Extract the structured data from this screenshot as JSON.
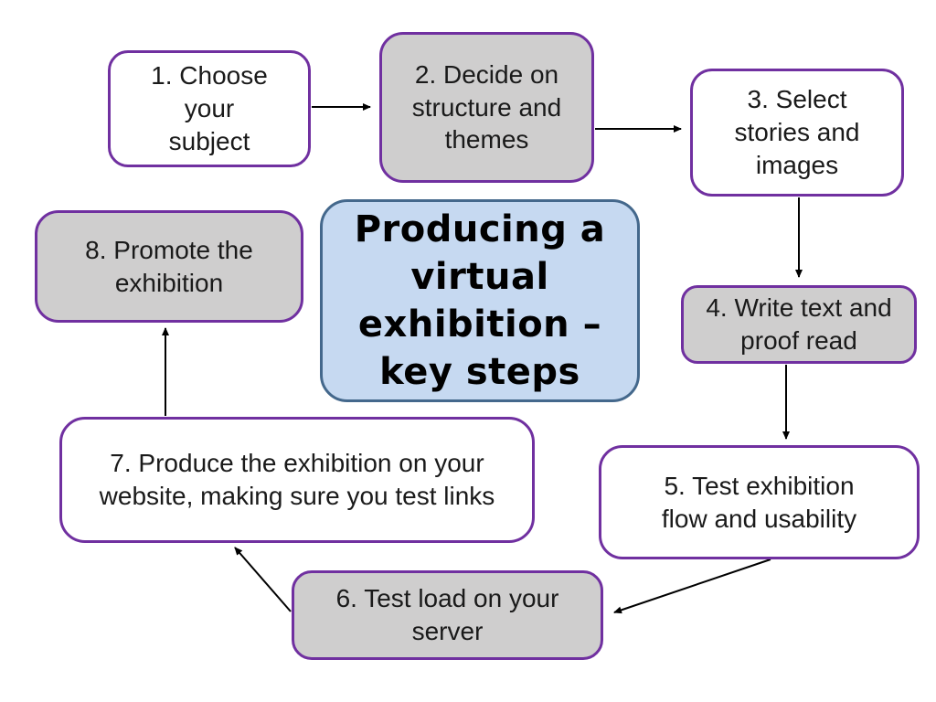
{
  "diagram": {
    "title": {
      "text": "Producing a\nvirtual\nexhibition –\nkey steps",
      "fill_color": "#C6D9F1",
      "border_color": "#44688C",
      "text_color": "#000000"
    },
    "steps": [
      {
        "number": 1,
        "label": "1. Choose\nyour\nsubject",
        "fill": "white"
      },
      {
        "number": 2,
        "label": "2. Decide on\nstructure and\nthemes",
        "fill": "gray"
      },
      {
        "number": 3,
        "label": "3. Select\nstories and\nimages",
        "fill": "white"
      },
      {
        "number": 4,
        "label": "4. Write text and\nproof read",
        "fill": "gray"
      },
      {
        "number": 5,
        "label": "5. Test exhibition\nflow and usability",
        "fill": "white"
      },
      {
        "number": 6,
        "label": "6. Test load on your\nserver",
        "fill": "gray"
      },
      {
        "number": 7,
        "label": "7. Produce the exhibition on your\nwebsite, making sure you test links",
        "fill": "white"
      },
      {
        "number": 8,
        "label": "8. Promote the\nexhibition",
        "fill": "gray"
      }
    ],
    "connections": [
      {
        "from": 1,
        "to": 2
      },
      {
        "from": 2,
        "to": 3
      },
      {
        "from": 3,
        "to": 4
      },
      {
        "from": 4,
        "to": 5
      },
      {
        "from": 5,
        "to": 6
      },
      {
        "from": 6,
        "to": 7
      },
      {
        "from": 7,
        "to": 8
      }
    ],
    "colors": {
      "box_border": "#7030A0",
      "gray_fill": "#CFCECE",
      "white_fill": "#FFFFFF",
      "arrow": "#000000",
      "background": "#FFFFFF"
    }
  }
}
